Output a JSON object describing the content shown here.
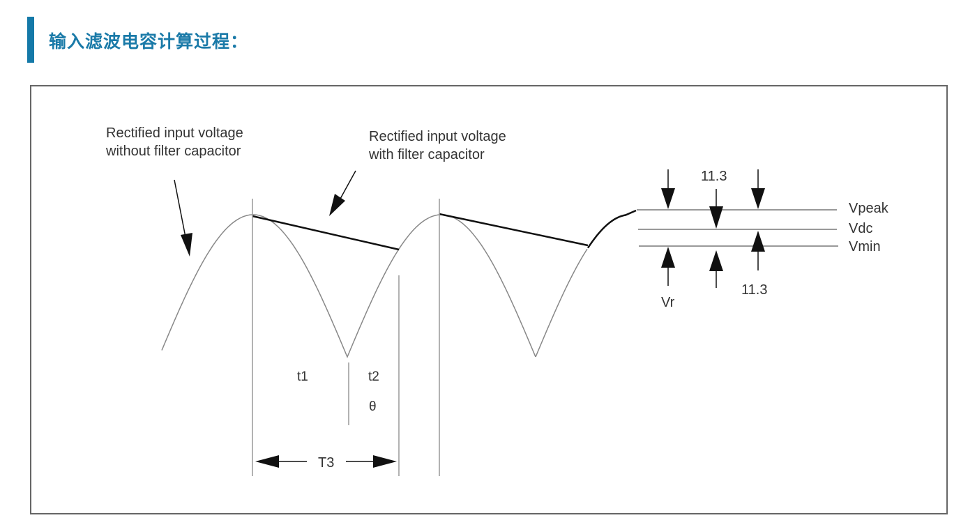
{
  "header": {
    "title": "输入滤波电容计算过程："
  },
  "diagram": {
    "label_without": [
      "Rectified input voltage",
      "without filter capacitor"
    ],
    "label_with": [
      "Rectified input voltage",
      "with filter capacitor"
    ],
    "t1": "t1",
    "t2": "t2",
    "theta": "θ",
    "T3": "T3",
    "vpeak": "Vpeak",
    "vdc": "Vdc",
    "vmin": "Vmin",
    "vr": "Vr",
    "dim_top": "11.3",
    "dim_bottom": "11.3"
  },
  "colors": {
    "accent": "#1479a8",
    "line": "#8a8a8a",
    "ink": "#000000"
  }
}
